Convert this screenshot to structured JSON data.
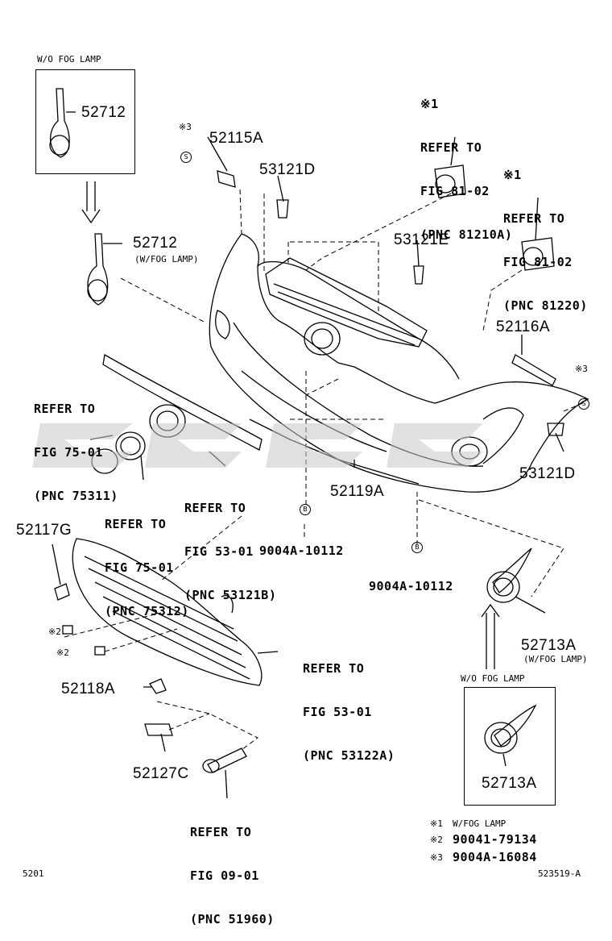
{
  "boxes": {
    "left_box_caption": "W/O FOG LAMP",
    "right_box_caption": "W/O FOG LAMP"
  },
  "parts": {
    "p52712_box": "52712",
    "p52712": "52712",
    "p52712_note": "(W/FOG LAMP)",
    "p52115A": "52115A",
    "p53121D_top": "53121D",
    "p53121E": "53121E",
    "p52116A": "52116A",
    "p53121D_right": "53121D",
    "p52119A": "52119A",
    "p52117G": "52117G",
    "p52118A": "52118A",
    "p52127C": "52127C",
    "p52713A": "52713A",
    "p52713A_note": "(W/FOG LAMP)",
    "p52713A_box": "52713A",
    "bolt1": "9004A-10112",
    "bolt2": "9004A-10112"
  },
  "refs": {
    "r1": [
      "※1",
      "REFER TO",
      "FIG 81-02",
      "(PNC 81210A)"
    ],
    "r2": [
      "※1",
      "REFER TO",
      "FIG 81-02",
      "(PNC 81220)"
    ],
    "r3": [
      "REFER TO",
      "FIG 75-01",
      "(PNC 75311)"
    ],
    "r4": [
      "REFER TO",
      "FIG 75-01",
      "(PNC 75312)"
    ],
    "r5": [
      "REFER TO",
      "FIG 53-01",
      "(PNC 53121B)"
    ],
    "r6": [
      "REFER TO",
      "FIG 53-01",
      "(PNC 53122A)"
    ],
    "r7": [
      "REFER TO",
      "FIG 09-01",
      "(PNC 51960)"
    ]
  },
  "marks": {
    "m3a": "※3",
    "m3b": "※3",
    "m2a": "※2",
    "m2b": "※2",
    "circ_s": "S",
    "circ_b": "B"
  },
  "legend": {
    "l1_mark": "※1",
    "l1_text": "W/FOG LAMP",
    "l2_mark": "※2",
    "l2_text": "90041-79134",
    "l3_mark": "※3",
    "l3_text": "9004A-16084"
  },
  "footer": {
    "page_code": "5201",
    "diagram_id": "523519-A"
  }
}
